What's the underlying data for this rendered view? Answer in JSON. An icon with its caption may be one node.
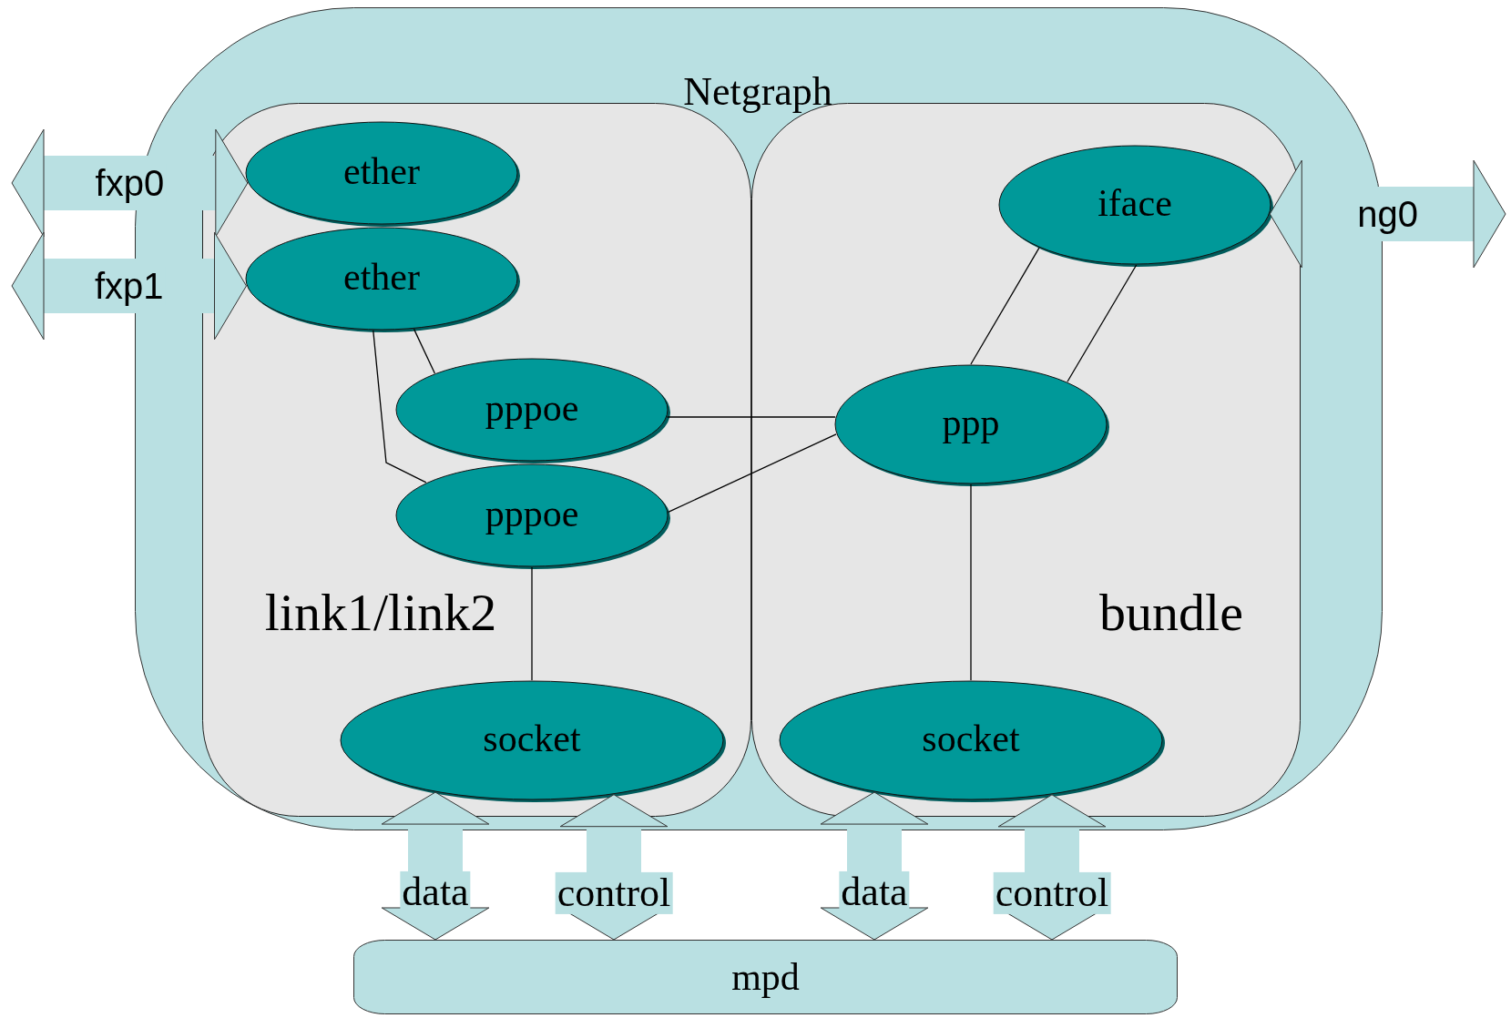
{
  "diagram": {
    "nodes": [
      {
        "text": [
          "Netgraph"
        ]
      },
      {
        "text": [
          "link1/link2"
        ],
        "in": 0
      },
      {
        "text": [
          "bundle"
        ],
        "in": 0
      },
      {
        "text": [
          "ether"
        ],
        "in": 1
      },
      {
        "text": [
          "ether"
        ],
        "in": 1
      },
      {
        "text": [
          "pppoe"
        ],
        "in": 1
      },
      {
        "text": [
          "pppoe"
        ],
        "in": 1
      },
      {
        "text": [
          "socket"
        ],
        "in": 1
      },
      {
        "text": [
          "iface"
        ],
        "in": 2
      },
      {
        "text": [
          "ppp"
        ],
        "in": 2
      },
      {
        "text": [
          "socket"
        ],
        "in": 2
      },
      {
        "text": [
          "mpd"
        ]
      }
    ],
    "edges": [
      {
        "from": 4,
        "to": 5,
        "arrow": "none"
      },
      {
        "from": 4,
        "to": 6,
        "arrow": "none"
      },
      {
        "from": 5,
        "to": 9,
        "arrow": "none"
      },
      {
        "from": 6,
        "to": 9,
        "arrow": "none"
      },
      {
        "from": 9,
        "to": 8,
        "arrow": "none"
      },
      {
        "from": 9,
        "to": 8,
        "arrow": "none"
      },
      {
        "from": 6,
        "to": 7,
        "arrow": "none"
      },
      {
        "from": 9,
        "to": 10,
        "arrow": "none"
      },
      {
        "from": null,
        "to": 3,
        "arrow": "both",
        "label": "fxp0",
        "style": "thick",
        "color": "#b9e0e2"
      },
      {
        "from": null,
        "to": 4,
        "arrow": "both",
        "label": "fxp1",
        "style": "thick",
        "color": "#b9e0e2"
      },
      {
        "from": 8,
        "to": null,
        "arrow": "both",
        "label": "ng0",
        "style": "thick",
        "color": "#b9e0e2"
      },
      {
        "from": 7,
        "to": 11,
        "arrow": "both",
        "label": "data",
        "style": "thick",
        "color": "#b9e0e2"
      },
      {
        "from": 7,
        "to": 11,
        "arrow": "both",
        "label": "control",
        "style": "thick",
        "color": "#b9e0e2"
      },
      {
        "from": 10,
        "to": 11,
        "arrow": "both",
        "label": "data",
        "style": "thick",
        "color": "#b9e0e2"
      },
      {
        "from": 10,
        "to": 11,
        "arrow": "both",
        "label": "control",
        "style": "thick",
        "color": "#b9e0e2"
      }
    ]
  }
}
